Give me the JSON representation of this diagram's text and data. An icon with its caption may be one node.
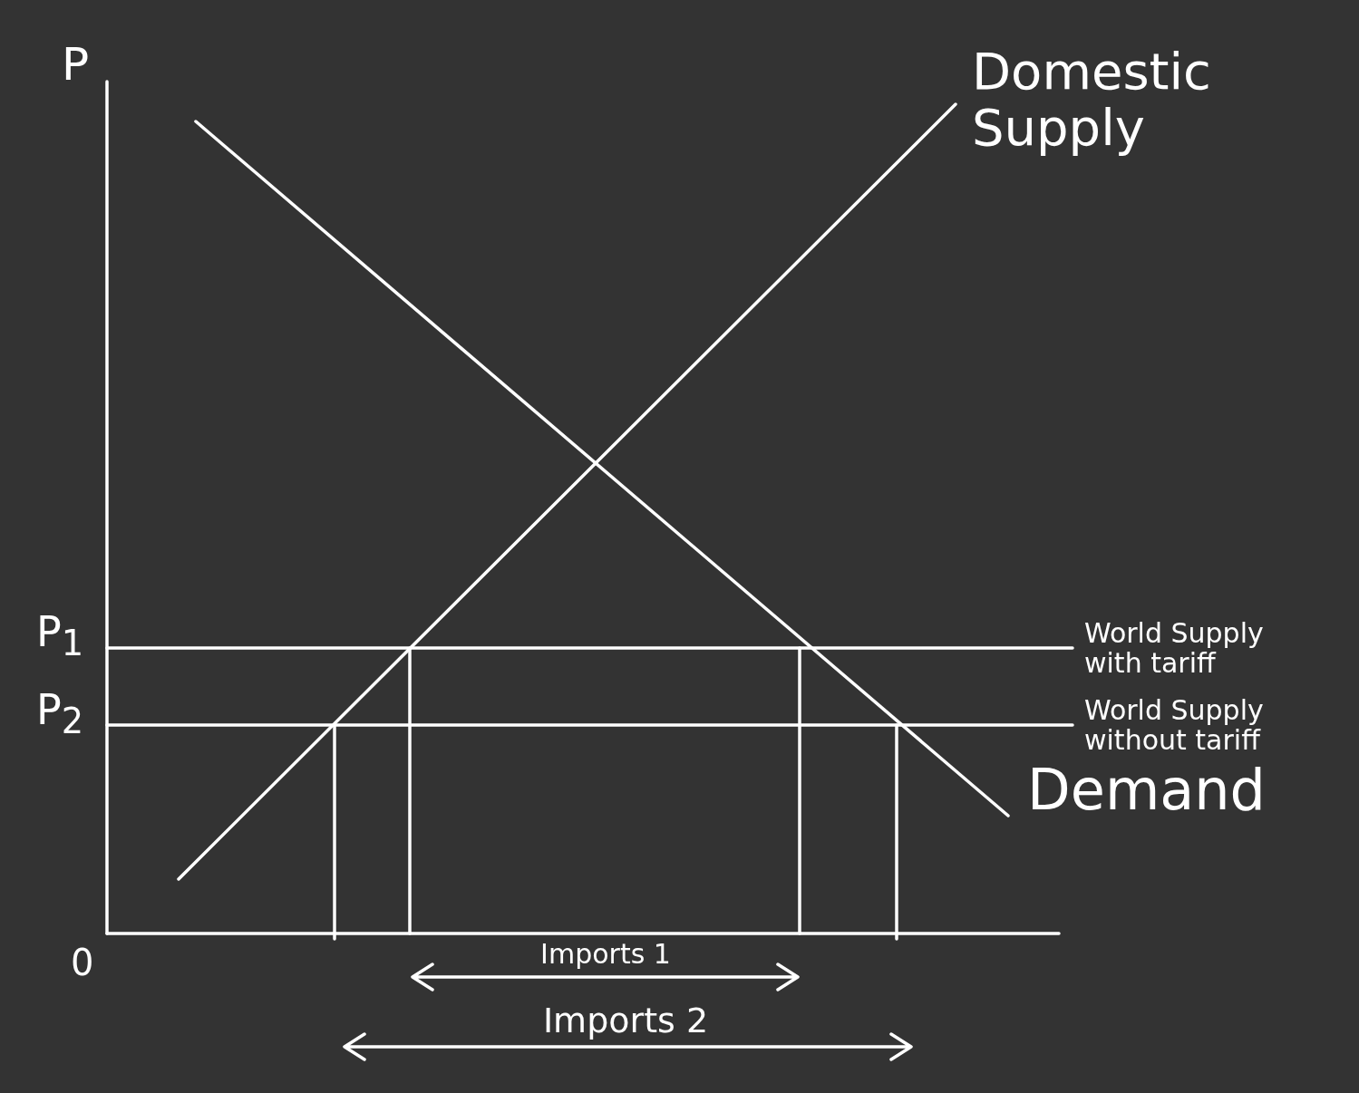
{
  "diagram": {
    "labels": [
      "P",
      "Domestic Supply",
      "P$_{1}$",
      "P$_{2}$",
      "World Supply with tariff",
      "World Supply without tariff",
      "Demand",
      "0",
      "Imports 1",
      "Imports 2"
    ]
  }
}
